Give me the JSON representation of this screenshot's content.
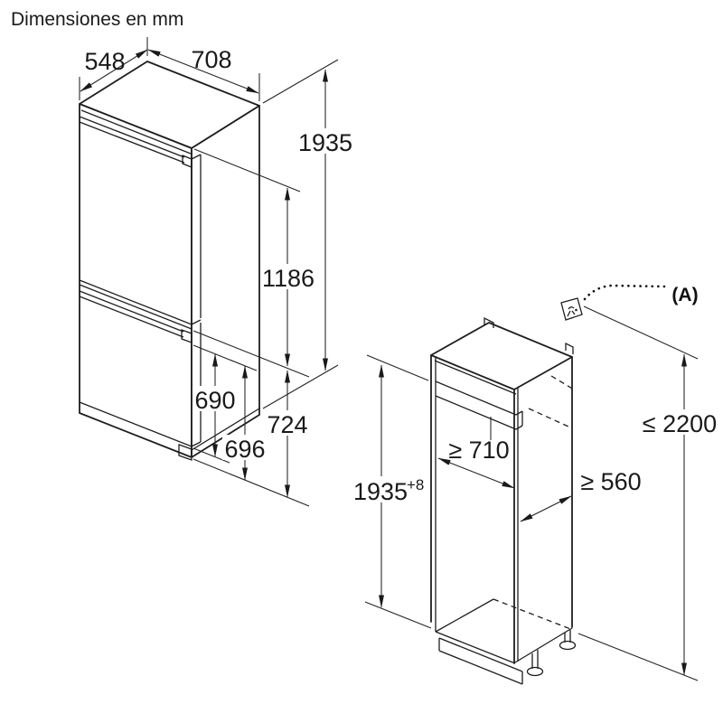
{
  "title": "Dimensiones en mm",
  "colors": {
    "line": "#1e1e1e",
    "text": "#1a1a1a",
    "background": "#ffffff"
  },
  "appliance": {
    "description": "built-in fridge-freezer isometric view",
    "dimensions": {
      "depth": "548",
      "width": "708",
      "height": "1935",
      "upper_section": "1186",
      "freezer_door": "690",
      "lower_section": "696",
      "lower_total": "724"
    }
  },
  "niche": {
    "description": "installation niche cabinet isometric view",
    "dimensions": {
      "height": "1935",
      "height_tolerance": "+8",
      "width_min": "≥ 710",
      "depth_min": "≥ 560",
      "socket_max_height": "≤ 2200"
    },
    "socket_callout": "(A)"
  }
}
